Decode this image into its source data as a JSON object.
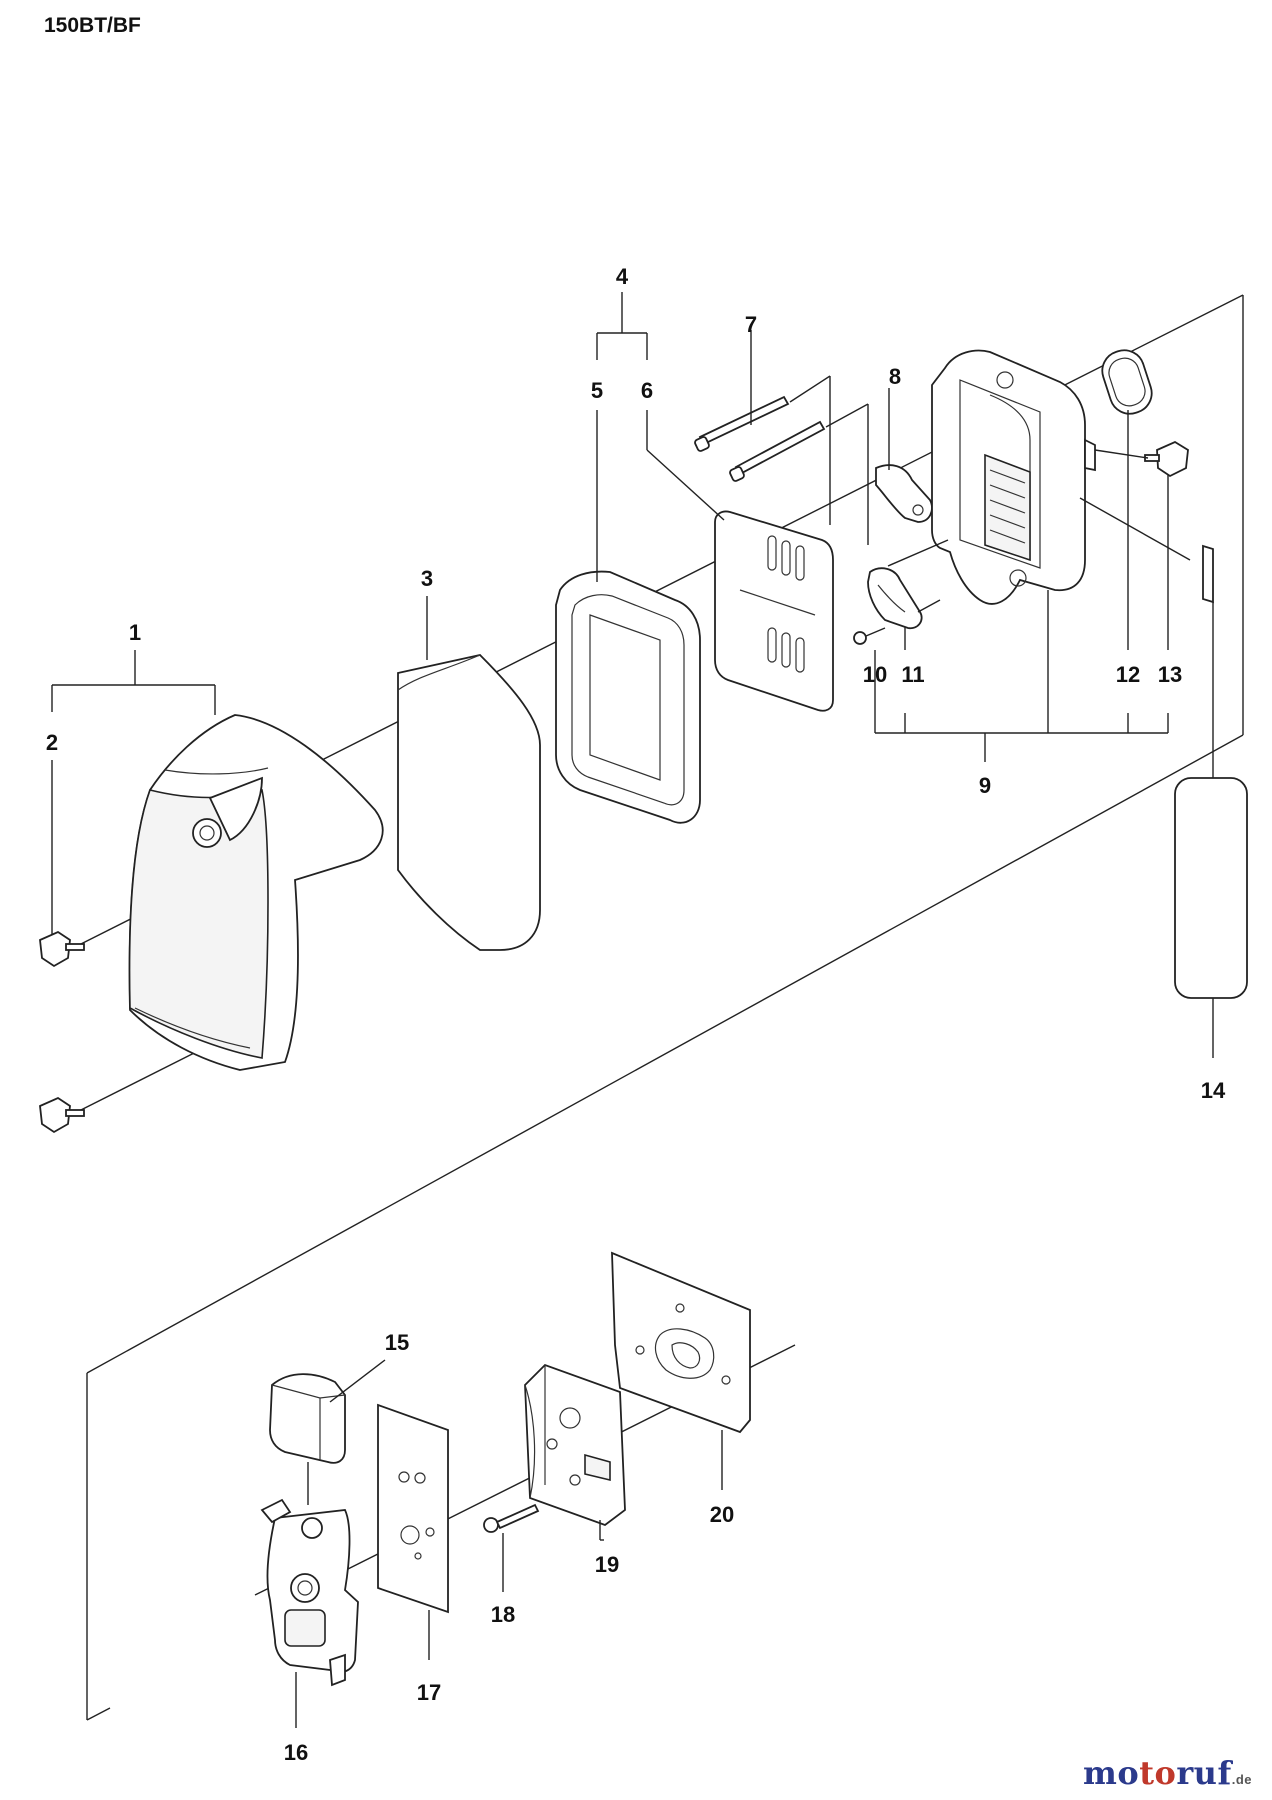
{
  "title": "150BT/BF",
  "watermark": {
    "brand_parts": [
      {
        "text": "mo",
        "color": "#2b3a8c"
      },
      {
        "text": "to",
        "color": "#c0392b"
      },
      {
        "text": "ruf",
        "color": "#2b3a8c"
      }
    ],
    "suffix": ".de"
  },
  "callouts": [
    "1",
    "2",
    "3",
    "4",
    "5",
    "6",
    "7",
    "8",
    "9",
    "10",
    "11",
    "12",
    "13",
    "14",
    "15",
    "16",
    "17",
    "18",
    "19",
    "20"
  ],
  "colors": {
    "line": "#222222",
    "background": "#ffffff"
  }
}
